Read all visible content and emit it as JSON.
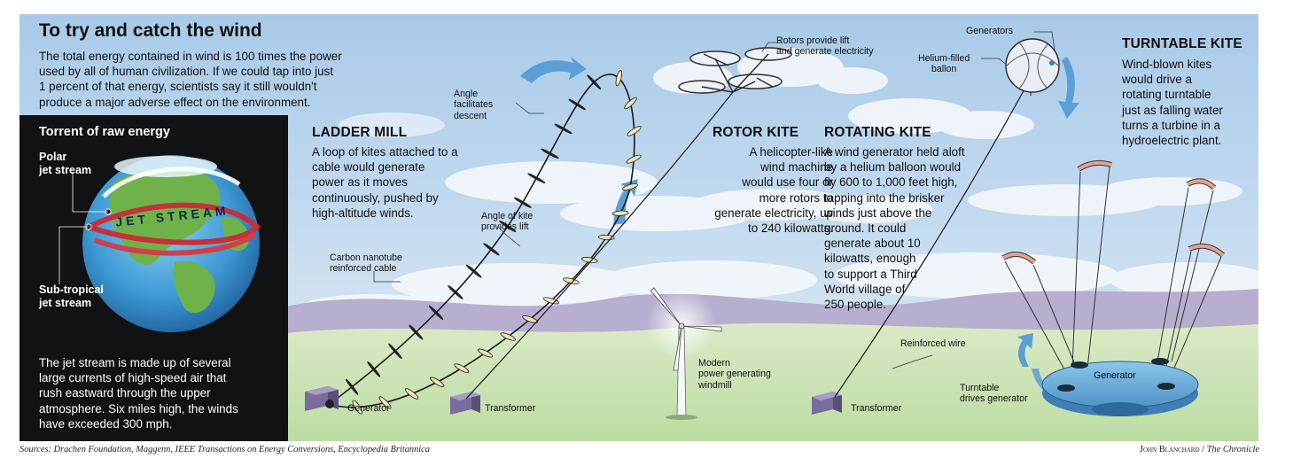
{
  "title": "To try and catch the wind",
  "intro": [
    "The total energy contained in wind is 100 times the power",
    "used by all of human civilization. If we could tap into just",
    "1 percent of that energy, scientists say it still wouldn't",
    "produce a major adverse effect on the environment."
  ],
  "sidebar": {
    "heading": "Torrent of raw energy",
    "polar_label": [
      "Polar",
      "jet stream"
    ],
    "subtropical_label": [
      "Sub-tropical",
      "jet stream"
    ],
    "globe_text": "JET STREAM",
    "body": [
      "The jet stream is made up of several",
      "large currents of high-speed air that",
      "rush eastward through the upper",
      "atmosphere. Six miles high, the winds",
      "have exceeded 300 mph."
    ]
  },
  "ladder_mill": {
    "heading": "LADDER MILL",
    "body": [
      "A loop of kites attached to a",
      "cable would generate",
      "power as it moves",
      "continuously, pushed by",
      "high-altitude winds."
    ],
    "label_descent": [
      "Angle",
      "facilitates",
      "descent"
    ],
    "label_lift": [
      "Angle of kite",
      "provides lift"
    ],
    "label_cable": [
      "Carbon nanotube",
      "reinforced cable"
    ],
    "label_generator": "Generator",
    "label_transformer": "Transformer"
  },
  "rotor_kite": {
    "heading": "ROTOR KITE",
    "body": [
      "A helicopter-like",
      "wind machine",
      "would use four or",
      "more rotors to",
      "generate electricity, up",
      "to 240 kilowatts."
    ],
    "label_rotors": [
      "Rotors provide lift",
      "and generate electricity"
    ]
  },
  "windmill": {
    "label": [
      "Modern",
      "power generating",
      "windmill"
    ]
  },
  "rotating_kite": {
    "heading": "ROTATING KITE",
    "body": [
      "A wind generator held aloft",
      "by a helium balloon would",
      "fly 600 to 1,000 feet high,",
      "tapping into the brisker",
      "winds just above the",
      "ground. It could",
      "generate about 10",
      "kilowatts, enough",
      "to support a Third",
      "World village of",
      "250 people."
    ],
    "label_generators": "Generators",
    "label_balloon": [
      "Helium-filled",
      "ballon"
    ],
    "label_wire": "Reinforced wire",
    "label_transformer": "Transformer"
  },
  "turntable_kite": {
    "heading": "TURNTABLE KITE",
    "body": [
      "Wind-blown kites",
      "would drive a",
      "rotating turntable",
      "just as falling water",
      "turns a turbine in a",
      "hydroelectric plant."
    ],
    "label_generator": "Generator",
    "label_turntable": [
      "Turntable",
      "drives generator"
    ]
  },
  "sources": "Sources: Drachen Foundation, Maggenn, IEEE Transactions on Energy Conversions, Encyclopedia Britannica",
  "credit_name": "John Blanchard",
  "credit_pub": "The Chronicle",
  "colors": {
    "sky_top": "#a9cbe8",
    "sky_bottom": "#e8f0f4",
    "hills": "#b7aecf",
    "ground": "#c9e2b2",
    "dark_panel": "#111214",
    "arrow_blue": "#5b9fd6",
    "kite_wing": "#d89a8a"
  }
}
